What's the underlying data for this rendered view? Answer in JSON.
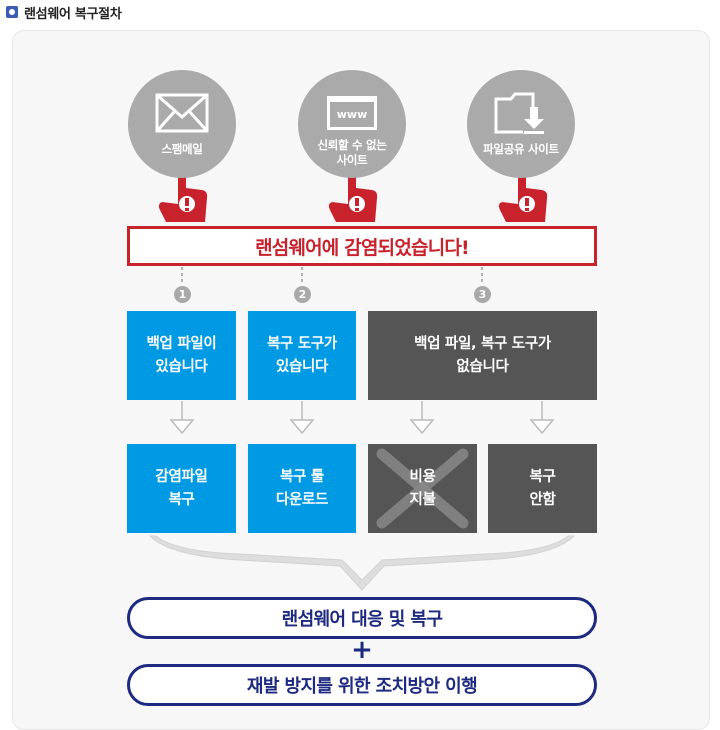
{
  "header": {
    "title": "랜섬웨어 복구절차"
  },
  "sources": [
    {
      "label": "스팸메일",
      "icon": "envelope-icon"
    },
    {
      "label": "신뢰할 수 없는\n사이트",
      "icon_text": "www",
      "icon": "www-browser-icon"
    },
    {
      "label": "파일공유 사이트",
      "icon": "folder-download-icon"
    }
  ],
  "warning": {
    "text": "랜섬웨어에 감염되었습니다!"
  },
  "cases": [
    {
      "number": "1",
      "label": "백업 파일이\n있습니다",
      "color": "#0099e3"
    },
    {
      "number": "2",
      "label": "복구 도구가\n있습니다",
      "color": "#0099e3"
    },
    {
      "number": "3",
      "label": "백업 파일, 복구 도구가\n없습니다",
      "color": "#555555"
    }
  ],
  "outcomes": [
    {
      "label": "감염파일\n복구",
      "color": "#0099e3"
    },
    {
      "label": "복구 툴\n다운로드",
      "color": "#0099e3"
    },
    {
      "label": "비용\n지불",
      "color": "#555555",
      "crossed": true
    },
    {
      "label": "복구\n안함",
      "color": "#555555"
    }
  ],
  "results": [
    {
      "text": "랜섬웨어 대응 및 복구"
    },
    {
      "text": "재발 방지를 위한 조치방안 이행"
    }
  ],
  "plus": "+",
  "colors": {
    "warning_red": "#c8232c",
    "navy": "#1d2a80",
    "blue": "#0099e3",
    "dark_gray": "#555555",
    "circle_gray": "#aaaaaa"
  }
}
